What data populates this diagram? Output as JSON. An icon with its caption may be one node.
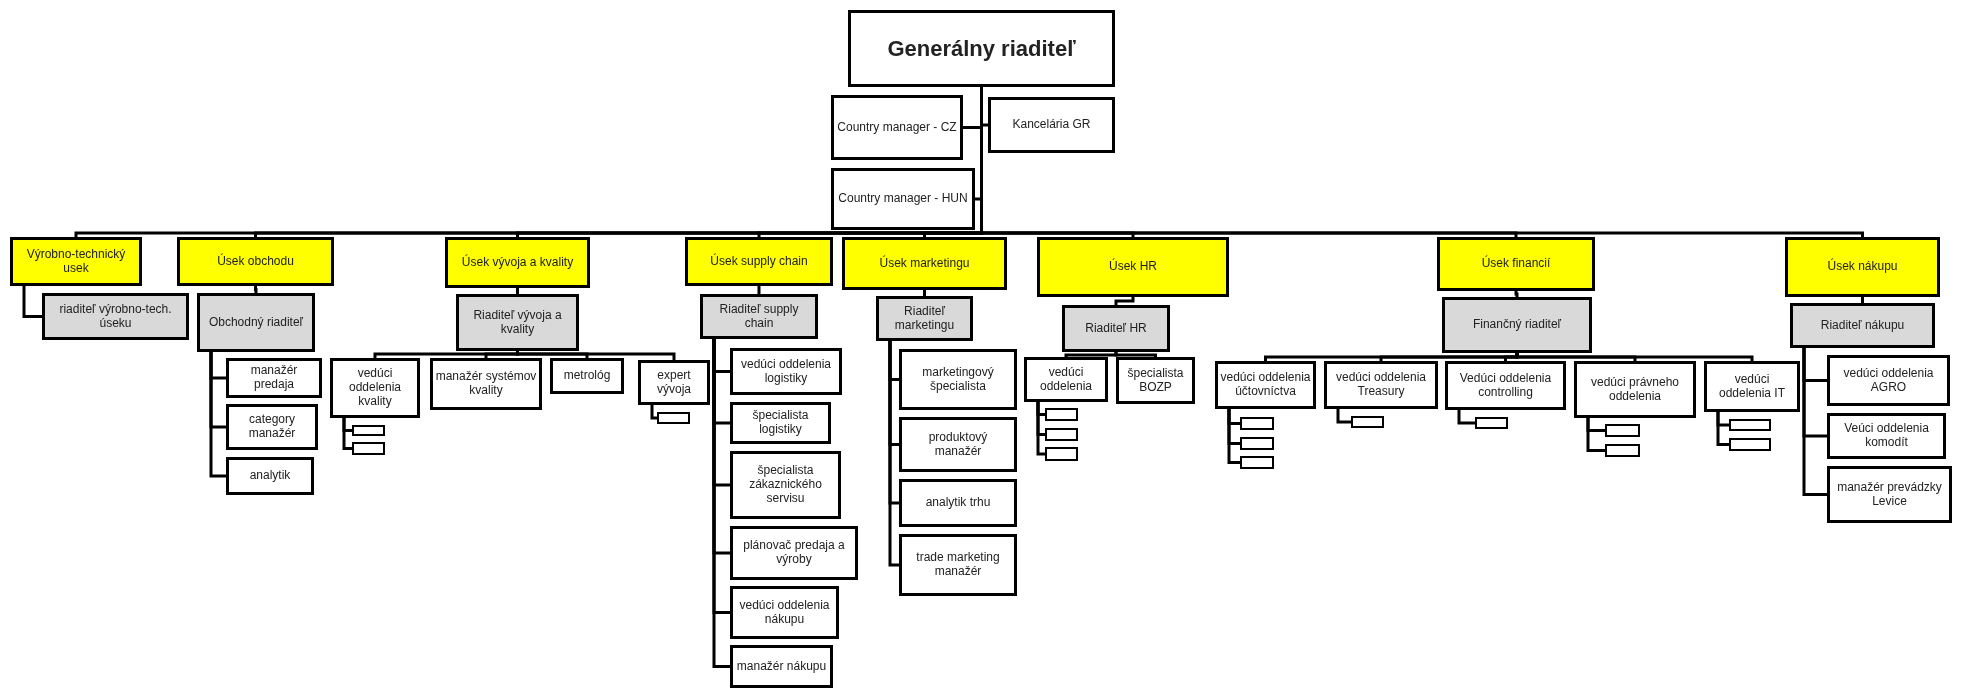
{
  "diagram": {
    "nodes": [
      {
        "text": [
          "Generálny riaditeľ"
        ]
      },
      {
        "text": [
          "Country manager - CZ"
        ]
      },
      {
        "text": [
          "Kancelária GR"
        ]
      },
      {
        "text": [
          "Country manager - HUN"
        ]
      },
      {
        "text": [
          "Výrobno-technický usek"
        ]
      },
      {
        "text": [
          "riaditeľ výrobno-tech. úseku"
        ]
      },
      {
        "text": [
          "Úsek obchodu"
        ]
      },
      {
        "text": [
          "Obchodný riaditeľ"
        ]
      },
      {
        "text": [
          "manažér predaja"
        ]
      },
      {
        "text": [
          "category manažér"
        ]
      },
      {
        "text": [
          "analytik"
        ]
      },
      {
        "text": [
          "Úsek vývoja a kvality"
        ]
      },
      {
        "text": [
          "Riaditeľ vývoja a kvality"
        ]
      },
      {
        "text": [
          "vedúci oddelenia kvality"
        ]
      },
      {
        "text": [],
        "shape": "box"
      },
      {
        "text": [],
        "shape": "box"
      },
      {
        "text": [
          "manažér systémov kvality"
        ]
      },
      {
        "text": [
          "metrológ"
        ]
      },
      {
        "text": [
          "expert vývoja"
        ]
      },
      {
        "text": [],
        "shape": "box"
      },
      {
        "text": [
          "Úsek supply chain"
        ]
      },
      {
        "text": [
          "Riaditeľ supply chain"
        ]
      },
      {
        "text": [
          "vedúci oddelenia logistiky"
        ]
      },
      {
        "text": [
          "špecialista logistiky"
        ]
      },
      {
        "text": [
          "špecialista zákaznického servisu"
        ]
      },
      {
        "text": [
          "plánovač predaja a výroby"
        ]
      },
      {
        "text": [
          "vedúci oddelenia nákupu"
        ]
      },
      {
        "text": [
          "manažér nákupu"
        ]
      },
      {
        "text": [
          "Úsek marketingu"
        ]
      },
      {
        "text": [
          "Riaditeľ marketingu"
        ]
      },
      {
        "text": [
          "marketingový špecialista"
        ]
      },
      {
        "text": [
          "produktový manažér"
        ]
      },
      {
        "text": [
          "analytik trhu"
        ]
      },
      {
        "text": [
          "trade marketing manažér"
        ]
      },
      {
        "text": [
          "Úsek HR"
        ]
      },
      {
        "text": [
          "Riaditeľ HR"
        ]
      },
      {
        "text": [
          "vedúci oddelenia"
        ]
      },
      {
        "text": [],
        "shape": "box"
      },
      {
        "text": [],
        "shape": "box"
      },
      {
        "text": [],
        "shape": "box"
      },
      {
        "text": [
          "špecialista BOZP"
        ]
      },
      {
        "text": [
          "Úsek financií"
        ]
      },
      {
        "text": [
          "Finančný riaditeľ"
        ]
      },
      {
        "text": [
          "vedúci oddelenia účtovníctva"
        ]
      },
      {
        "text": [],
        "shape": "box"
      },
      {
        "text": [],
        "shape": "box"
      },
      {
        "text": [],
        "shape": "box"
      },
      {
        "text": [
          "vedúci oddelenia Treasury"
        ]
      },
      {
        "text": [],
        "shape": "box"
      },
      {
        "text": [
          "Vedúci oddelenia controlling"
        ]
      },
      {
        "text": [],
        "shape": "box"
      },
      {
        "text": [
          "vedúci právneho oddelenia"
        ]
      },
      {
        "text": [],
        "shape": "box"
      },
      {
        "text": [],
        "shape": "box"
      },
      {
        "text": [
          "vedúci oddelenia IT"
        ]
      },
      {
        "text": [],
        "shape": "box"
      },
      {
        "text": [],
        "shape": "box"
      },
      {
        "text": [
          "Úsek nákupu"
        ]
      },
      {
        "text": [
          "Riaditeľ nákupu"
        ]
      },
      {
        "text": [
          "vedúci oddelenia AGRO"
        ]
      },
      {
        "text": [
          "Veúci oddelenia komodít"
        ]
      },
      {
        "text": [
          "manažér prevádzky Levice"
        ]
      }
    ],
    "edges": [
      {
        "from": 0,
        "to": 1,
        "arrow": "none"
      },
      {
        "from": 0,
        "to": 2,
        "arrow": "none"
      },
      {
        "from": 0,
        "to": 3,
        "arrow": "none"
      },
      {
        "from": 0,
        "to": 4,
        "arrow": "none"
      },
      {
        "from": 0,
        "to": 6,
        "arrow": "none"
      },
      {
        "from": 0,
        "to": 11,
        "arrow": "none"
      },
      {
        "from": 0,
        "to": 20,
        "arrow": "none"
      },
      {
        "from": 0,
        "to": 28,
        "arrow": "none"
      },
      {
        "from": 0,
        "to": 34,
        "arrow": "none"
      },
      {
        "from": 0,
        "to": 41,
        "arrow": "none"
      },
      {
        "from": 0,
        "to": 57,
        "arrow": "none"
      },
      {
        "from": 4,
        "to": 5,
        "arrow": "none"
      },
      {
        "from": 6,
        "to": 7,
        "arrow": "none"
      },
      {
        "from": 7,
        "to": 8,
        "arrow": "none"
      },
      {
        "from": 7,
        "to": 9,
        "arrow": "none"
      },
      {
        "from": 7,
        "to": 10,
        "arrow": "none"
      },
      {
        "from": 11,
        "to": 12,
        "arrow": "none"
      },
      {
        "from": 12,
        "to": 13,
        "arrow": "none"
      },
      {
        "from": 13,
        "to": 14,
        "arrow": "none"
      },
      {
        "from": 13,
        "to": 15,
        "arrow": "none"
      },
      {
        "from": 12,
        "to": 16,
        "arrow": "none"
      },
      {
        "from": 12,
        "to": 17,
        "arrow": "none"
      },
      {
        "from": 12,
        "to": 18,
        "arrow": "none"
      },
      {
        "from": 18,
        "to": 19,
        "arrow": "none"
      },
      {
        "from": 20,
        "to": 21,
        "arrow": "none"
      },
      {
        "from": 21,
        "to": 22,
        "arrow": "none"
      },
      {
        "from": 21,
        "to": 23,
        "arrow": "none"
      },
      {
        "from": 21,
        "to": 24,
        "arrow": "none"
      },
      {
        "from": 21,
        "to": 25,
        "arrow": "none"
      },
      {
        "from": 21,
        "to": 26,
        "arrow": "none"
      },
      {
        "from": 21,
        "to": 27,
        "arrow": "none"
      },
      {
        "from": 28,
        "to": 29,
        "arrow": "none"
      },
      {
        "from": 29,
        "to": 30,
        "arrow": "none"
      },
      {
        "from": 29,
        "to": 31,
        "arrow": "none"
      },
      {
        "from": 29,
        "to": 32,
        "arrow": "none"
      },
      {
        "from": 29,
        "to": 33,
        "arrow": "none"
      },
      {
        "from": 34,
        "to": 35,
        "arrow": "none"
      },
      {
        "from": 35,
        "to": 36,
        "arrow": "none"
      },
      {
        "from": 36,
        "to": 37,
        "arrow": "none"
      },
      {
        "from": 36,
        "to": 38,
        "arrow": "none"
      },
      {
        "from": 36,
        "to": 39,
        "arrow": "none"
      },
      {
        "from": 35,
        "to": 40,
        "arrow": "none"
      },
      {
        "from": 41,
        "to": 42,
        "arrow": "none"
      },
      {
        "from": 42,
        "to": 43,
        "arrow": "none"
      },
      {
        "from": 43,
        "to": 44,
        "arrow": "none"
      },
      {
        "from": 43,
        "to": 45,
        "arrow": "none"
      },
      {
        "from": 43,
        "to": 46,
        "arrow": "none"
      },
      {
        "from": 42,
        "to": 47,
        "arrow": "none"
      },
      {
        "from": 47,
        "to": 48,
        "arrow": "none"
      },
      {
        "from": 42,
        "to": 49,
        "arrow": "none"
      },
      {
        "from": 49,
        "to": 50,
        "arrow": "none"
      },
      {
        "from": 42,
        "to": 51,
        "arrow": "none"
      },
      {
        "from": 51,
        "to": 52,
        "arrow": "none"
      },
      {
        "from": 51,
        "to": 53,
        "arrow": "none"
      },
      {
        "from": 42,
        "to": 54,
        "arrow": "none"
      },
      {
        "from": 54,
        "to": 55,
        "arrow": "none"
      },
      {
        "from": 54,
        "to": 56,
        "arrow": "none"
      },
      {
        "from": 57,
        "to": 58,
        "arrow": "none"
      },
      {
        "from": 58,
        "to": 59,
        "arrow": "none"
      },
      {
        "from": 58,
        "to": 60,
        "arrow": "none"
      },
      {
        "from": 58,
        "to": 61,
        "arrow": "none"
      }
    ]
  }
}
